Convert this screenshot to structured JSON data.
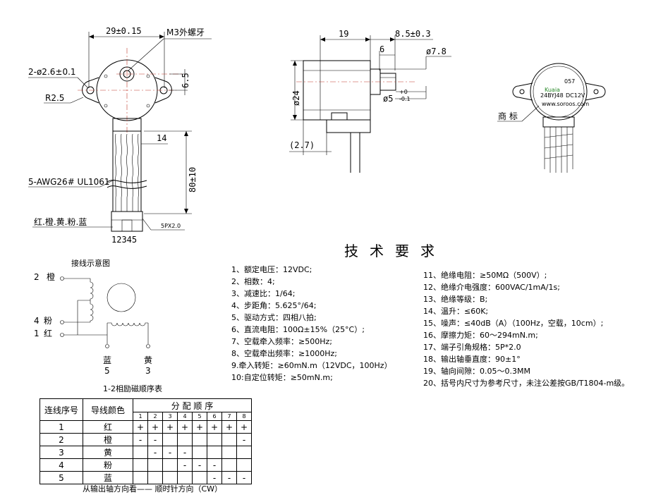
{
  "front_view": {
    "dim_width": "29±0.15",
    "dim_thread": "M3外螺牙",
    "dim_holes": "2-ø2.6±0.1",
    "dim_radius": "R2.5",
    "dim_offset": "6.5",
    "dim_wire_pitch": "14",
    "dim_lead_length": "80±10",
    "cable_spec": "5-AWG26# UL1061",
    "wire_colors": "红.橙.黄.粉.蓝",
    "connector_spec": "5PX2.0",
    "pin_numbers": "12345"
  },
  "side_view": {
    "dim_body": "19",
    "dim_shaft_len": "8.5±0.3",
    "dim_flat": "6",
    "dim_shaft_dia": "ø7.8",
    "dim_body_dia": "ø24",
    "dim_tol_plus": "+0",
    "dim_tol_minus": "-0.1",
    "dim_shaft_tip": "ø5",
    "dim_bracket": "(2.7)"
  },
  "photo_view": {
    "label": "商 标",
    "part_no": "057",
    "model": "24BYJ48",
    "voltage": "DC12V",
    "brand": "Kuaia",
    "site": "www.soroos.com"
  },
  "wiring": {
    "title": "接线示意图",
    "pins": [
      {
        "num": "2",
        "color": "橙"
      },
      {
        "num": "4",
        "color": "粉"
      },
      {
        "num": "1",
        "color": "红"
      }
    ],
    "bottom": [
      {
        "color": "蓝",
        "num": "5"
      },
      {
        "color": "黄",
        "num": "3"
      }
    ]
  },
  "specs": {
    "title": "技术要求",
    "left": [
      "1、额定电压：12VDC;",
      "2、相数：4;",
      "3、减速比：1/64;",
      "4、步距角：5.625°/64;",
      "5、驱动方式：四相八拍;",
      "6、直流电阻：100Ω±15%（25°C）;",
      "7、空载牵入频率：≥500Hz;",
      "8、空载牵出频率：≥1000Hz;",
      "9.牵入转矩：≥60mN.m（12VDC，100Hz）",
      "10:自定位转矩：≥50mN.m;"
    ],
    "right": [
      "11、绝缘电阻：≥50MΩ（500V）;",
      "12、绝缘介电强度：600VAC/1mA/1s;",
      "13、绝缘等级：B;",
      "14、温升：≤60K;",
      "15、噪声：≤40dB（A）（100Hz，空载，10cm）;",
      "16、摩擦力矩：60～294mN.m;",
      "17、端子引角规格：5P*2.0",
      "18、输出轴垂直度：90±1°",
      "19、轴向间隙：0.05～0.3MM",
      "20、括号内尺寸为参考尺寸，未注公差按GB/T1804-m级。"
    ]
  },
  "sequence_table": {
    "title": "1-2相励磁顺序表",
    "header_seq": "连线序号",
    "header_color": "导线颜色",
    "header_dist": "分 配 顺 序",
    "steps": [
      "1",
      "2",
      "3",
      "4",
      "5",
      "6",
      "7",
      "8"
    ],
    "rows": [
      {
        "seq": "1",
        "color": "红",
        "cells": [
          "+",
          "+",
          "+",
          "+",
          "+",
          "+",
          "+",
          "+"
        ]
      },
      {
        "seq": "2",
        "color": "橙",
        "cells": [
          "-",
          "-",
          "",
          "",
          "",
          "",
          "",
          "-"
        ]
      },
      {
        "seq": "3",
        "color": "黄",
        "cells": [
          "",
          "-",
          "-",
          "-",
          "",
          "",
          "",
          ""
        ]
      },
      {
        "seq": "4",
        "color": "粉",
        "cells": [
          "",
          "",
          "",
          "-",
          "-",
          "-",
          "",
          ""
        ]
      },
      {
        "seq": "5",
        "color": "蓝",
        "cells": [
          "",
          "",
          "",
          "",
          "",
          "-",
          "-",
          "-"
        ]
      }
    ],
    "note": "从输出轴方向看——  顺时针方向（CW）"
  }
}
